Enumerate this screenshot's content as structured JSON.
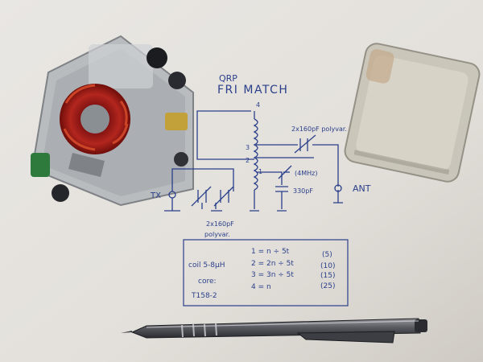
{
  "note": {
    "title_top": "QRP",
    "title_main": "FRI MATCH",
    "cap_top": "2x160pF polyvar.",
    "cap_bottom_1": "2x160pF",
    "cap_bottom_2": "polyvar.",
    "cap_4mhz": "(4MHz)",
    "cap_330": "330pF",
    "port_tx": "TX",
    "port_ant": "ANT",
    "tap_4": "4",
    "tap_3": "3",
    "tap_2": "2",
    "tap_1": "1"
  },
  "table": {
    "left_1": "coil 5-8µH",
    "left_2": "core:",
    "left_3": "T158-2",
    "rows": [
      {
        "formula": "1 = n ÷ 5t",
        "turns": "(5)"
      },
      {
        "formula": "2 = 2n ÷ 5t",
        "turns": "(10)"
      },
      {
        "formula": "3 = 3n ÷ 5t",
        "turns": "(15)"
      },
      {
        "formula": "4 = n",
        "turns": "(25)"
      }
    ]
  }
}
